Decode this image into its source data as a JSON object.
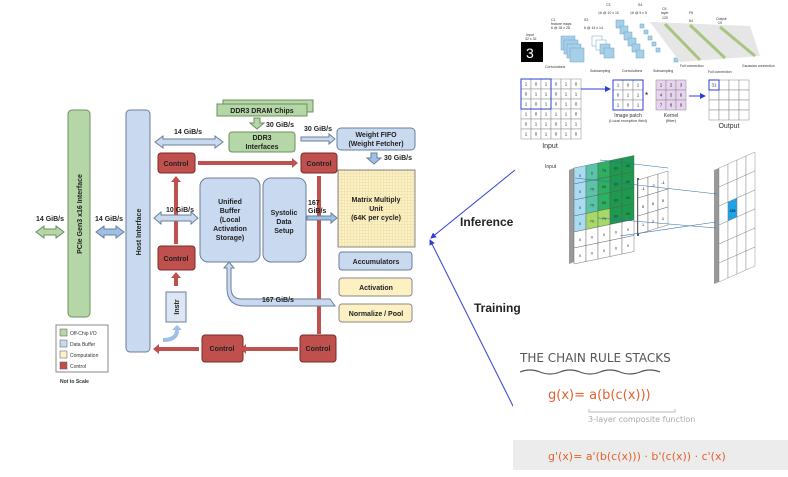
{
  "colors": {
    "offchip": "#b5d6a7",
    "buffer": "#c9daf0",
    "computation": "#fdf1c4",
    "control": "#c0504d",
    "pointer": "#2f3fd4",
    "handwriting": "#e0622f"
  },
  "tpu": {
    "pcie": "PCIe Gen3 x16 Interface",
    "host": "Host Interface",
    "dram": "DDR3 DRAM Chips",
    "ddr3_if": [
      "DDR3",
      "Interfaces"
    ],
    "control": "Control",
    "ub": [
      "Unified",
      "Buffer",
      "(Local",
      "Activation",
      "Storage)"
    ],
    "systolic": [
      "Systolic",
      "Data",
      "Setup"
    ],
    "fifo": [
      "Weight FIFO",
      "(Weight Fetcher)"
    ],
    "mmu": [
      "Matrix Multiply",
      "Unit",
      "(64K per cycle)"
    ],
    "acc": "Accumulators",
    "act": "Activation",
    "norm": "Normalize / Pool",
    "instr": "Instr",
    "bw14": "14 GiB/s",
    "bw30": "30 GiB/s",
    "bw10": "10 GiB/s",
    "bw167": "167 GiB/s",
    "bw167a": "167",
    "bw167b": "GiB/s",
    "legend": [
      "Off-Chip I/O",
      "Data Buffer",
      "Computation",
      "Control"
    ],
    "note": "Not to Scale"
  },
  "labels": {
    "inference": "Inference",
    "training": "Training"
  },
  "lenet": {
    "input": "Input",
    "input_size": "32 x 32",
    "c1": "C1",
    "c1_sub": "feature maps",
    "c1_size": "6 @ 28 x 28",
    "s2": "S2",
    "s2_size": "6 @ 14 x 14",
    "c3": "C3",
    "c3_size": "16 @ 10 x 10",
    "s4": "S4",
    "s4_size": "16 @ 5 x 5",
    "c5": "C5",
    "c5_sub": "layer",
    "c5_size": "120",
    "f6": "F6",
    "f6_size": "84",
    "out": "Output",
    "out_size": "10",
    "ops": [
      "Convolutions",
      "Subsampling",
      "Convolutions",
      "Subsampling",
      "Full connection",
      "Full connection",
      "Gaussian connection"
    ]
  },
  "conv": {
    "input": [
      [
        1,
        0,
        1,
        0,
        1,
        0
      ],
      [
        0,
        1,
        1,
        0,
        1,
        1
      ],
      [
        1,
        0,
        1,
        0,
        1,
        0
      ],
      [
        1,
        0,
        1,
        1,
        1,
        0
      ],
      [
        0,
        1,
        1,
        0,
        1,
        1
      ],
      [
        1,
        0,
        1,
        0,
        1,
        0
      ]
    ],
    "patch": [
      [
        1,
        0,
        1
      ],
      [
        0,
        1,
        1
      ],
      [
        1,
        0,
        1
      ]
    ],
    "kernel": [
      [
        1,
        2,
        3
      ],
      [
        4,
        5,
        6
      ],
      [
        7,
        8,
        9
      ]
    ],
    "output_first": "31",
    "input_label": "Input",
    "patch_label": "Image patch",
    "patch_sub": "(Local receptive field)",
    "kernel_label": "Kernel",
    "kernel_sub": "(filter)",
    "output_label": "Output",
    "op": "*"
  },
  "conv3d": {
    "label": "Input",
    "values": [
      [
        "0",
        "0",
        "75",
        "80",
        "80"
      ],
      [
        "0",
        "75",
        "80",
        "80",
        "80"
      ],
      [
        "0",
        "75",
        "80",
        "80",
        "80"
      ],
      [
        "0",
        "70",
        "75",
        "80",
        "80"
      ],
      [
        "0",
        "0",
        "0",
        "0",
        "0"
      ],
      [
        "0",
        "0",
        "0",
        "0",
        "0"
      ]
    ],
    "kernel": [
      [
        "-1",
        "-2",
        "-1"
      ],
      [
        "0",
        "0",
        "0"
      ],
      [
        "1",
        "2",
        "1"
      ]
    ],
    "out": "155"
  },
  "chain": {
    "title": "THE CHAIN RULE STACKS",
    "eq1": "g(x)= a(b(c(x)))",
    "note": "3-layer composite function",
    "eq2": "g'(x)= a'(b(c(x))) · b'(c(x)) · c'(x)"
  }
}
